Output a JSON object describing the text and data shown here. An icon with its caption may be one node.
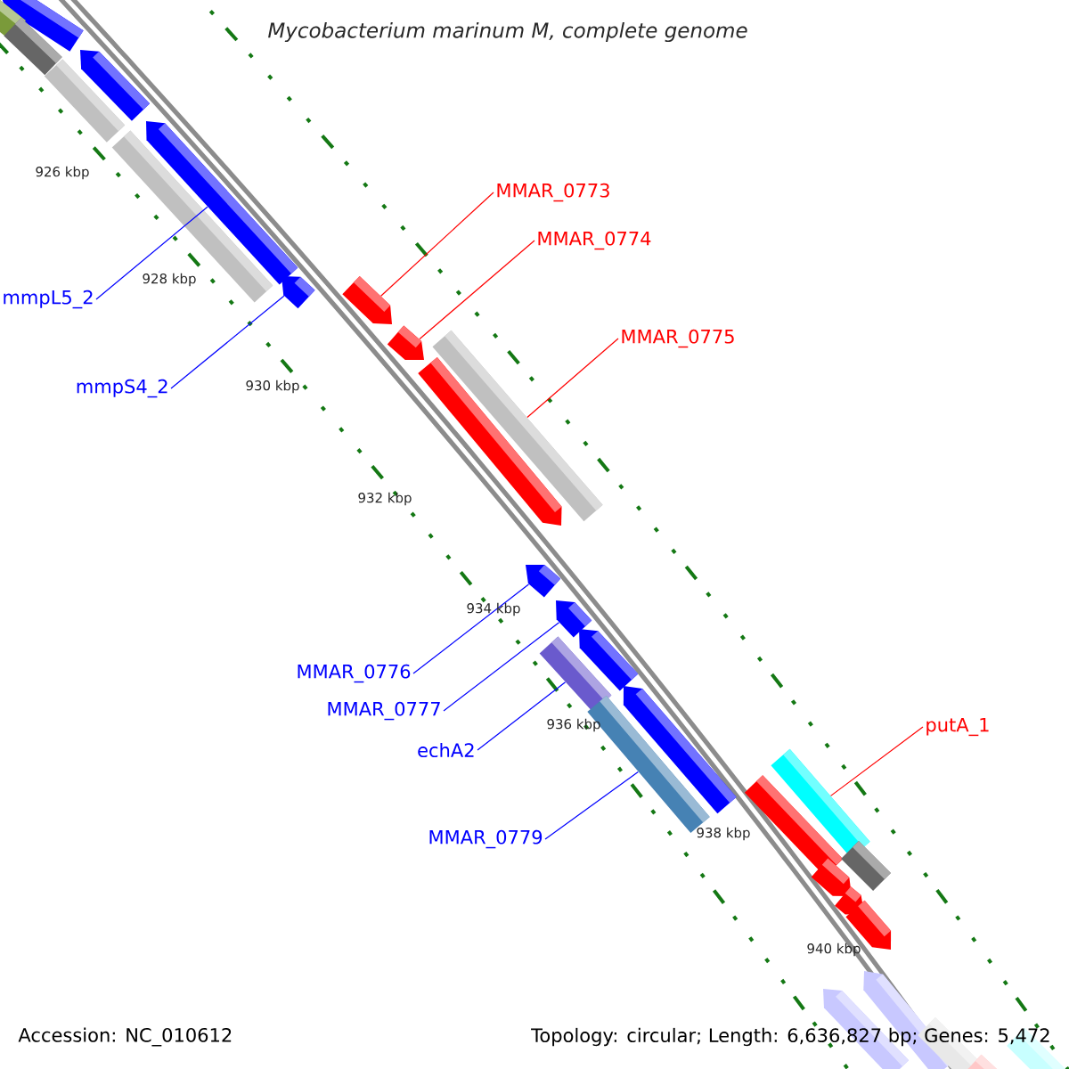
{
  "diagram": {
    "title": "Mycobacterium marinum M, complete genome",
    "nodes": [
      {
        "text": [
          "MMAR_0773"
        ]
      },
      {
        "text": [
          "MMAR_0774"
        ]
      },
      {
        "text": [
          "mmpL5_2"
        ]
      },
      {
        "text": [
          "MMAR_0775"
        ]
      },
      {
        "text": [
          "mmpS4_2"
        ]
      },
      {
        "text": [
          "MMAR_0776"
        ]
      },
      {
        "text": [
          "MMAR_0777"
        ]
      },
      {
        "text": [
          "echA2"
        ]
      },
      {
        "text": [
          "putA_1"
        ]
      },
      {
        "text": [
          "MMAR_0779"
        ]
      },
      {
        "text": [],
        "shape": "arrow"
      },
      {
        "text": [],
        "shape": "arrow"
      },
      {
        "text": [],
        "shape": "arrow"
      },
      {
        "text": [],
        "shape": "bar"
      },
      {
        "text": [],
        "shape": "arrow"
      },
      {
        "text": [],
        "shape": "arrow"
      },
      {
        "text": [],
        "shape": "arrow"
      },
      {
        "text": [],
        "shape": "bar"
      },
      {
        "text": [],
        "shape": "bar"
      },
      {
        "text": [],
        "shape": "bar"
      },
      {
        "text": [],
        "shape": "arrow"
      },
      {
        "text": [],
        "shape": "arrow"
      },
      {
        "text": [],
        "shape": "bar"
      },
      {
        "text": [],
        "shape": "bar"
      },
      {
        "text": [],
        "shape": "bar"
      },
      {
        "text": [],
        "shape": "bar"
      },
      {
        "text": [],
        "shape": "arrow"
      },
      {
        "text": [],
        "shape": "arrow"
      },
      {
        "text": [],
        "shape": "arrow"
      },
      {
        "text": [],
        "shape": "bar"
      },
      {
        "text": [],
        "shape": "arrow"
      },
      {
        "text": [],
        "shape": "arrow"
      },
      {
        "text": [],
        "shape": "arrow"
      },
      {
        "text": [],
        "shape": "bar"
      },
      {
        "text": [],
        "shape": "arrow"
      },
      {
        "text": [],
        "shape": "arrow"
      },
      {
        "text": [],
        "shape": "bar"
      },
      {
        "text": [],
        "shape": "bar"
      },
      {
        "text": [],
        "shape": "bar"
      }
    ],
    "edges": [
      {
        "from": 0,
        "to": 10,
        "arrow": "none",
        "color": "#ff0000"
      },
      {
        "from": 1,
        "to": 11,
        "arrow": "none",
        "color": "#ff0000"
      },
      {
        "from": 2,
        "to": 12,
        "arrow": "none",
        "color": "#0000ff"
      },
      {
        "from": 3,
        "to": 13,
        "arrow": "none",
        "color": "#ff0000"
      },
      {
        "from": 4,
        "to": 14,
        "arrow": "none",
        "color": "#0000ff"
      },
      {
        "from": 5,
        "to": 15,
        "arrow": "none",
        "color": "#0000ff"
      },
      {
        "from": 6,
        "to": 16,
        "arrow": "none",
        "color": "#0000ff"
      },
      {
        "from": 7,
        "to": 17,
        "arrow": "none",
        "color": "#0000ff"
      },
      {
        "from": 8,
        "to": 18,
        "arrow": "none",
        "color": "#ff0000"
      },
      {
        "from": 9,
        "to": 19,
        "arrow": "none",
        "color": "#0000ff"
      }
    ],
    "labels": [
      "926 kbp",
      "928 kbp",
      "930 kbp",
      "932 kbp",
      "934 kbp",
      "936 kbp",
      "938 kbp",
      "940 kbp",
      "Accession: NC_010612",
      "Topology: circular; Length: 6,636,827 bp; Genes: 5,472"
    ]
  }
}
